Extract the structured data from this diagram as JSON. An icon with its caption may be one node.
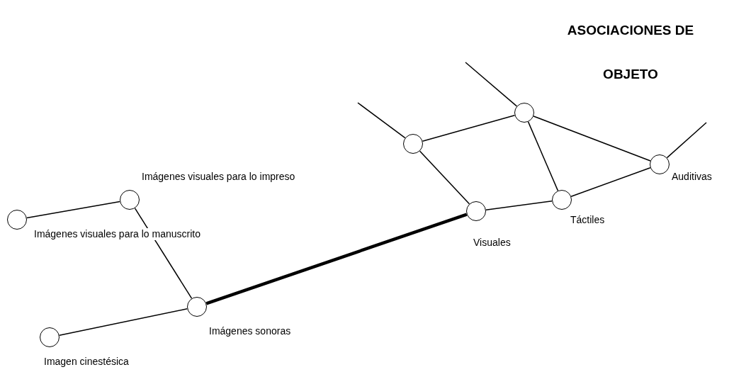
{
  "diagram": {
    "title": "ASOCIACIONES DE OBJETO",
    "nodes": [
      {
        "text": [],
        "shape": "circle",
        "beside": [
          "Imágenes visuales para lo manuscrito"
        ]
      },
      {
        "text": [],
        "shape": "circle",
        "beside": [
          "Imágenes visuales para lo impreso"
        ]
      },
      {
        "text": [],
        "shape": "circle",
        "beside": [
          "Imágenes sonoras"
        ]
      },
      {
        "text": [],
        "shape": "circle",
        "beside": [
          "Imagen cinestésica"
        ]
      },
      {
        "text": [],
        "shape": "circle"
      },
      {
        "text": [],
        "shape": "circle"
      },
      {
        "text": [],
        "shape": "circle",
        "beside": [
          "Visuales"
        ]
      },
      {
        "text": [],
        "shape": "circle",
        "beside": [
          "Táctiles"
        ]
      },
      {
        "text": [],
        "shape": "circle",
        "beside": [
          "Auditivas"
        ]
      }
    ],
    "edges": [
      {
        "from": 0,
        "to": 1,
        "arrow": "none"
      },
      {
        "from": 1,
        "to": 2,
        "arrow": "none"
      },
      {
        "from": 3,
        "to": 2,
        "arrow": "none"
      },
      {
        "from": 2,
        "to": 6,
        "arrow": "none",
        "style": "thick"
      },
      {
        "from": null,
        "to": 4,
        "arrow": "none"
      },
      {
        "from": null,
        "to": 5,
        "arrow": "none"
      },
      {
        "from": 4,
        "to": 5,
        "arrow": "none"
      },
      {
        "from": 4,
        "to": 6,
        "arrow": "none"
      },
      {
        "from": 5,
        "to": 7,
        "arrow": "none"
      },
      {
        "from": 5,
        "to": 8,
        "arrow": "none"
      },
      {
        "from": 6,
        "to": 7,
        "arrow": "none"
      },
      {
        "from": 7,
        "to": 8,
        "arrow": "none"
      },
      {
        "from": 8,
        "to": null,
        "arrow": "none"
      }
    ]
  }
}
